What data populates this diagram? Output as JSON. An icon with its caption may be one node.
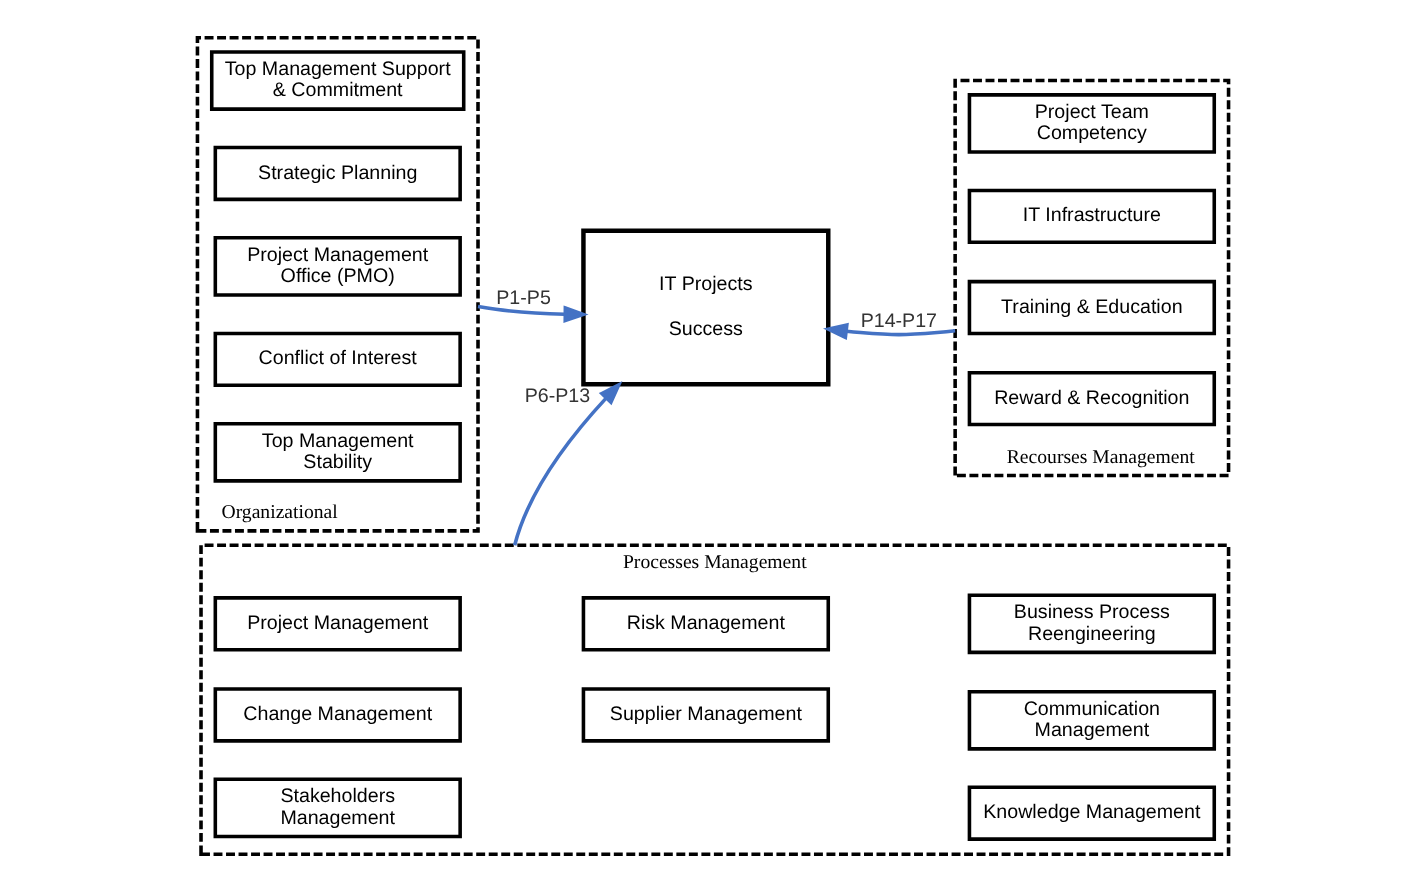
{
  "diagram": {
    "nodes": [
      {
        "text": [
          "Processes Management"
        ]
      },
      {
        "text": [
          "Project Management"
        ],
        "in": 0
      },
      {
        "text": [
          "Risk Management"
        ],
        "in": 0
      },
      {
        "text": [
          "Business Process Reengineering"
        ],
        "in": 0
      },
      {
        "text": [
          "Change Management"
        ],
        "in": 0
      },
      {
        "text": [
          "Communication Management"
        ],
        "in": 0
      },
      {
        "text": [
          "Stakeholders Management"
        ],
        "in": 0
      },
      {
        "text": [
          "Supplier Management"
        ],
        "in": 0
      },
      {
        "text": [
          "Knowledge Management"
        ],
        "in": 0
      },
      {
        "text": [
          "Organizational"
        ]
      },
      {
        "text": [
          "Top Management Support & Commitment"
        ],
        "in": 9
      },
      {
        "text": [
          "Strategic Planning"
        ],
        "in": 9
      },
      {
        "text": [
          "Project Management Office (PMO)"
        ],
        "in": 9
      },
      {
        "text": [
          "Conflict of Interest"
        ],
        "in": 9
      },
      {
        "text": [
          "Top Management Stability"
        ],
        "in": 9
      },
      {
        "text": [
          "IT Projects",
          "Success"
        ]
      },
      {
        "text": [
          "Recourses Management"
        ]
      },
      {
        "text": [
          "Project Team Competency"
        ],
        "in": 16
      },
      {
        "text": [
          "IT Infrastructure"
        ],
        "in": 16
      },
      {
        "text": [
          "Training & Education"
        ],
        "in": 16
      },
      {
        "text": [
          "Reward & Recognition"
        ],
        "in": 16
      }
    ],
    "edges": [
      {
        "from": 0,
        "to": 15,
        "label": "P6-P13",
        "arrow": "to",
        "color": "#4472c4"
      },
      {
        "from": 9,
        "to": 15,
        "label": "P1-P5",
        "arrow": "to",
        "color": "#4472c4"
      },
      {
        "from": 16,
        "to": 15,
        "label": "P14-P17",
        "arrow": "to",
        "color": "#4472c4"
      }
    ]
  }
}
